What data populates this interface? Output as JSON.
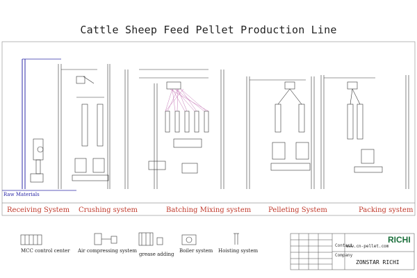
{
  "title": "Cattle Sheep Feed Pellet Production Line",
  "raw_materials": "Raw Materials",
  "systems": [
    {
      "label": "Receiving System"
    },
    {
      "label": "Crushing system"
    },
    {
      "label": "Batching Mixing system"
    },
    {
      "label": "Pelleting System"
    },
    {
      "label": "Packing system"
    }
  ],
  "legend": [
    {
      "label": "MCC control center"
    },
    {
      "label": "Air compressing system"
    },
    {
      "label": "grease adding"
    },
    {
      "label": "Boiler system"
    },
    {
      "label": "Hoisting system"
    }
  ],
  "title_block": {
    "contact_label": "Contact",
    "company_label": "Company",
    "website": "www.cn-pellet.com",
    "company_name": "ZONSTAR RICHI",
    "logo_text": "RICHI"
  },
  "colors": {
    "system_label": "#c0392b",
    "raw_line": "#2d2aa8",
    "mix_lines": "#c77bb8",
    "drawing": "#333333"
  }
}
